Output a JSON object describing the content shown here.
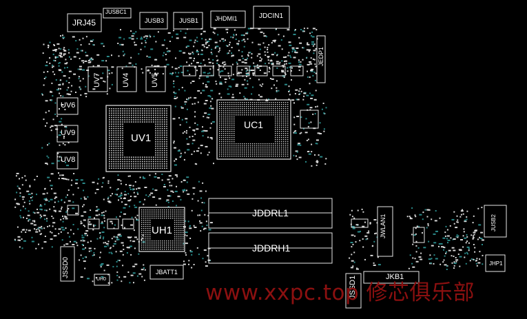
{
  "colors": {
    "background": "#000000",
    "outline": "#e8e8e8",
    "pad": "#d8d8d8",
    "via": "#2a8a8a",
    "watermark": "#8b1010"
  },
  "labels": {
    "jrj45": "JRJ45",
    "jusbc1": "JUSBC1",
    "jusb3": "JUSB3",
    "jusb1": "JUSB1",
    "jhdmi1": "JHDMI1",
    "jdcin1": "JDCIN1",
    "jedp1": "JEDP1",
    "uv7": "UV7",
    "uv4": "UV4",
    "uv5": "UV5",
    "uv6": "UV6",
    "uv9": "UV9",
    "uv8": "UV8",
    "uv1": "UV1",
    "uc1": "UC1",
    "uh1": "UH1",
    "jddrl1": "JDDRL1",
    "jddrh1": "JDDRH1",
    "jssd0": "JSSD0",
    "jssd1": "JSSD1",
    "jbatt1": "JBATT1",
    "jlan1": "JWLAN1",
    "jusb2": "JUSB2",
    "jkb1": "JKB1",
    "jhp1": "JHP1",
    "uh0": "UH0"
  },
  "watermark": "www.xxpc.top 修芯俱乐部"
}
